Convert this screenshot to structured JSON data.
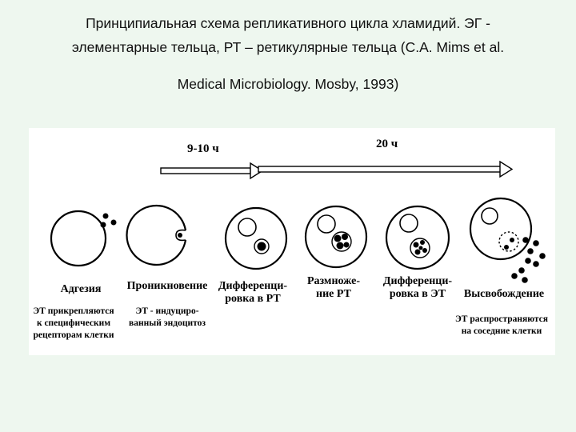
{
  "title": {
    "line1": "Принципиальная схема репликативного цикла хламидий. ЭГ -",
    "line2": "элементарные тельца, РТ – ретикулярные тельца  (С.А. Mims et al.",
    "line3": "Medical Microbiology. Mosby, 1993)"
  },
  "diagram": {
    "time1": "9-10 ч",
    "time2": "20 ч",
    "stages": [
      {
        "label_line1": "Адгезия",
        "label_line2": "",
        "desc_line1": "ЭТ прикрепляются",
        "desc_line2": "к специфическим",
        "desc_line3": "рецепторам клетки"
      },
      {
        "label_line1": "Проникновение",
        "label_line2": "",
        "desc_line1": "ЭТ - индуциро-",
        "desc_line2": "ванный эндоцитоз",
        "desc_line3": ""
      },
      {
        "label_line1": "Дифференци-",
        "label_line2": "ровка в РТ",
        "desc_line1": "",
        "desc_line2": "",
        "desc_line3": ""
      },
      {
        "label_line1": "Размноже-",
        "label_line2": "ние РТ",
        "desc_line1": "",
        "desc_line2": "",
        "desc_line3": ""
      },
      {
        "label_line1": "Дифференци-",
        "label_line2": "ровка в ЭТ",
        "desc_line1": "",
        "desc_line2": "",
        "desc_line3": ""
      },
      {
        "label_line1": "Высвобождение",
        "label_line2": "",
        "desc_line1": "ЭТ распространяются",
        "desc_line2": "на соседние клетки",
        "desc_line3": ""
      }
    ]
  }
}
